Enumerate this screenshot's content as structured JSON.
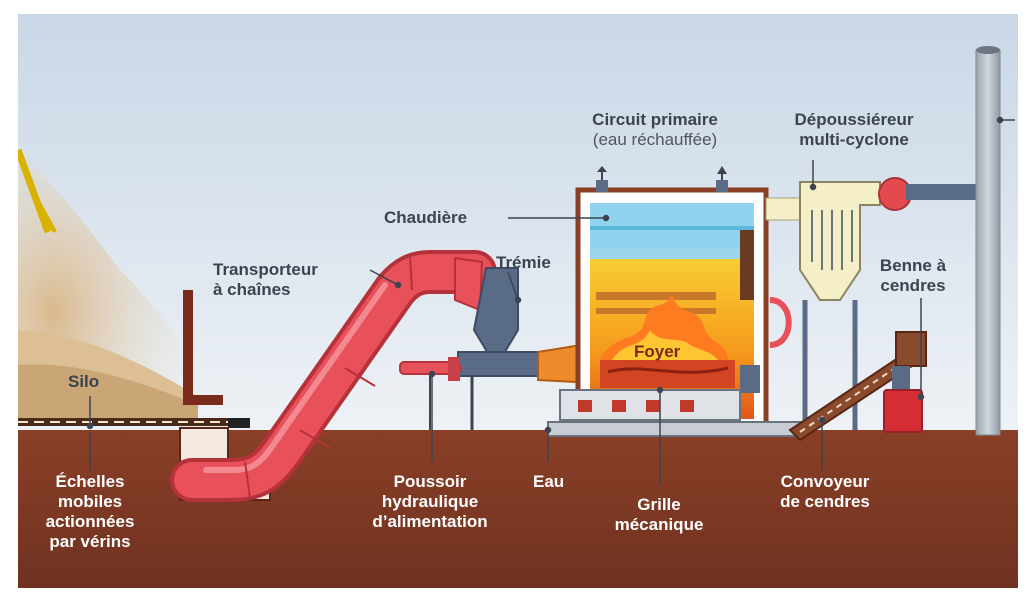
{
  "labels": {
    "silo": "Silo",
    "echelles": [
      "Échelles",
      "mobiles",
      "actionnées",
      "par vérins"
    ],
    "transporteur": [
      "Transporteur",
      "à chaînes"
    ],
    "tremie": "Trémie",
    "chaudiere": "Chaudière",
    "circuit_primaire": "Circuit primaire",
    "circuit_primaire_sub": "(eau réchauffée)",
    "depoussiereur": [
      "Dépoussiéreur",
      "multi-cyclone"
    ],
    "benne": [
      "Benne à",
      "cendres"
    ],
    "foyer": "Foyer",
    "poussoir": [
      "Poussoir",
      "hydraulique",
      "d’alimentation"
    ],
    "eau": "Eau",
    "grille": [
      "Grille",
      "mécanique"
    ],
    "convoyeur": [
      "Convoyeur",
      "de cendres"
    ]
  },
  "colors": {
    "sky": "#dfe7ef",
    "ground": "#7d3a25",
    "pipe_red": "#e8505a",
    "label_dark": "#3c4450",
    "label_light": "#ffffff",
    "boiler_water": "#8fd3ef",
    "flame": "#f7b21a",
    "steel": "#5a6b86"
  }
}
